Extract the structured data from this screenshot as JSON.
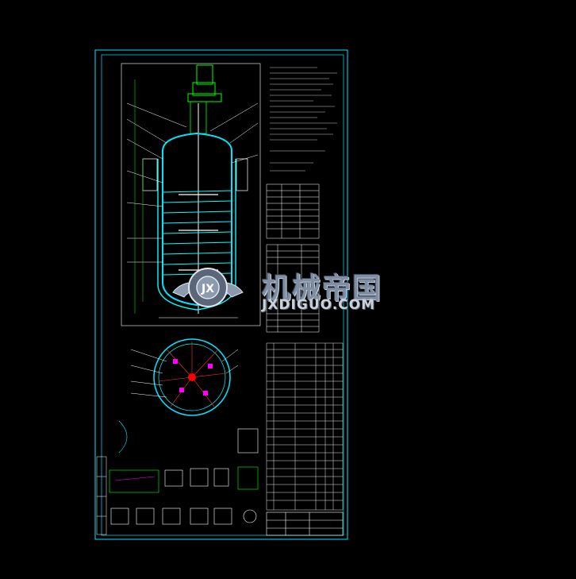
{
  "drawing": {
    "background": "#000000",
    "frame_color": "#00e5ff",
    "line_colors": {
      "vessel": "#00e5ff",
      "jacket": "#00ffff",
      "agitator": "#ffffff",
      "motor": "#00ff00",
      "nozzles": "#ff00ff",
      "center": "#ff0000",
      "table": "#ffffff",
      "dimension": "#00ff00"
    },
    "views": [
      "front-elevation",
      "top-plan-view",
      "detail-views",
      "notes-block",
      "nozzle-table",
      "parts-list",
      "title-block"
    ]
  },
  "watermark": {
    "logo_icon": "gear-wings-logo-icon",
    "cn_text": "机械帝国",
    "en_text": "JXDIGUO.COM",
    "color": "#8c9aae"
  }
}
